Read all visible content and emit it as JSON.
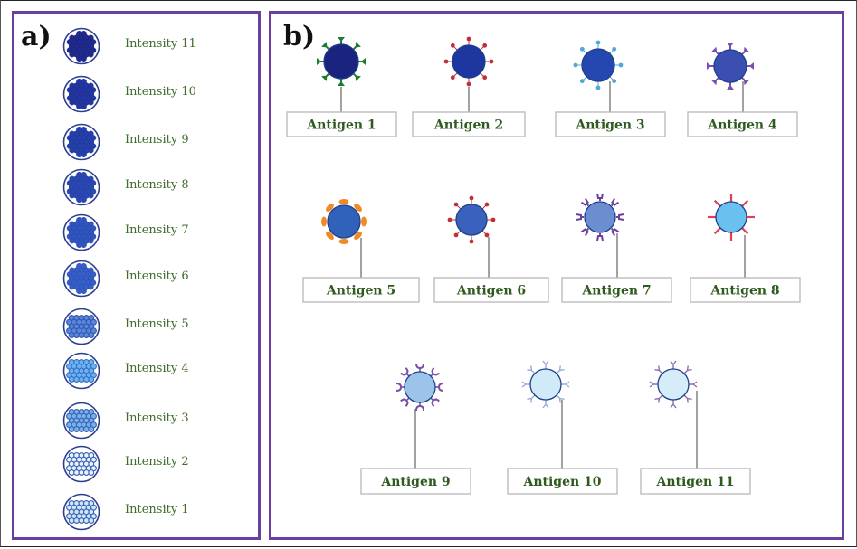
{
  "panel_a": {
    "letter": "a)",
    "items": [
      {
        "label": "Intensity 11",
        "fill": "#1a237e",
        "bead": "#1f2a8c",
        "outline": "#2c3e8f"
      },
      {
        "label": "Intensity 10",
        "fill": "#1e2f96",
        "bead": "#22369e",
        "outline": "#2c3e8f"
      },
      {
        "label": "Intensity 9",
        "fill": "#20359e",
        "bead": "#2540a8",
        "outline": "#2c3e8f"
      },
      {
        "label": "Intensity 8",
        "fill": "#233ea8",
        "bead": "#2a48b0",
        "outline": "#2c3e8f"
      },
      {
        "label": "Intensity 7",
        "fill": "#2746b0",
        "bead": "#3055be",
        "outline": "#2c3e8f"
      },
      {
        "label": "Intensity 6",
        "fill": "#2b4cb6",
        "bead": "#365ec6",
        "outline": "#2c3e8f"
      },
      {
        "label": "Intensity 5",
        "fill": "#3159b8",
        "bead": "#5a86d8",
        "outline": "#2c3e8f"
      },
      {
        "label": "Intensity 4",
        "fill": "#3a6fc8",
        "bead": "#6ab4ee",
        "outline": "#2c3e8f"
      },
      {
        "label": "Intensity 3",
        "fill": "#3564b8",
        "bead": "#7ab0e8",
        "outline": "#2c3e8f"
      },
      {
        "label": "Intensity 2",
        "fill": "#3a63b4",
        "bead": "#e6f2fc",
        "outline": "#2c3e8f"
      },
      {
        "label": "Intensity 1",
        "fill": "#3a63b4",
        "bead": "#cfe6f8",
        "outline": "#2c3e8f"
      }
    ]
  },
  "panel_b": {
    "letter": "b)",
    "antigens": [
      {
        "label": "Antigen 1",
        "cell": "#1a237e",
        "receptor": "#1e7a2e",
        "shape": "arrow"
      },
      {
        "label": "Antigen 2",
        "cell": "#1e36a0",
        "receptor": "#c0303a",
        "shape": "dot"
      },
      {
        "label": "Antigen 3",
        "cell": "#2448b0",
        "receptor": "#4fa8d8",
        "shape": "dot"
      },
      {
        "label": "Antigen 4",
        "cell": "#3a4fb0",
        "receptor": "#7a4fb0",
        "shape": "arrow"
      },
      {
        "label": "Antigen 5",
        "cell": "#2f62b8",
        "receptor": "#f08a24",
        "shape": "blob"
      },
      {
        "label": "Antigen 6",
        "cell": "#3a62bc",
        "receptor": "#c0303a",
        "shape": "dot"
      },
      {
        "label": "Antigen 7",
        "cell": "#6a8ed0",
        "receptor": "#6a3fa0",
        "shape": "fork"
      },
      {
        "label": "Antigen 8",
        "cell": "#6ac0ee",
        "receptor": "#e04050",
        "shape": "line"
      },
      {
        "label": "Antigen 9",
        "cell": "#9cc4ea",
        "receptor": "#7a4fa8",
        "shape": "cup"
      },
      {
        "label": "Antigen 10",
        "cell": "#d0eaf8",
        "receptor": "#9aa8d8",
        "shape": "y"
      },
      {
        "label": "Antigen 11",
        "cell": "#d6ecf8",
        "receptor": "#8a70b0",
        "shape": "y"
      }
    ]
  }
}
